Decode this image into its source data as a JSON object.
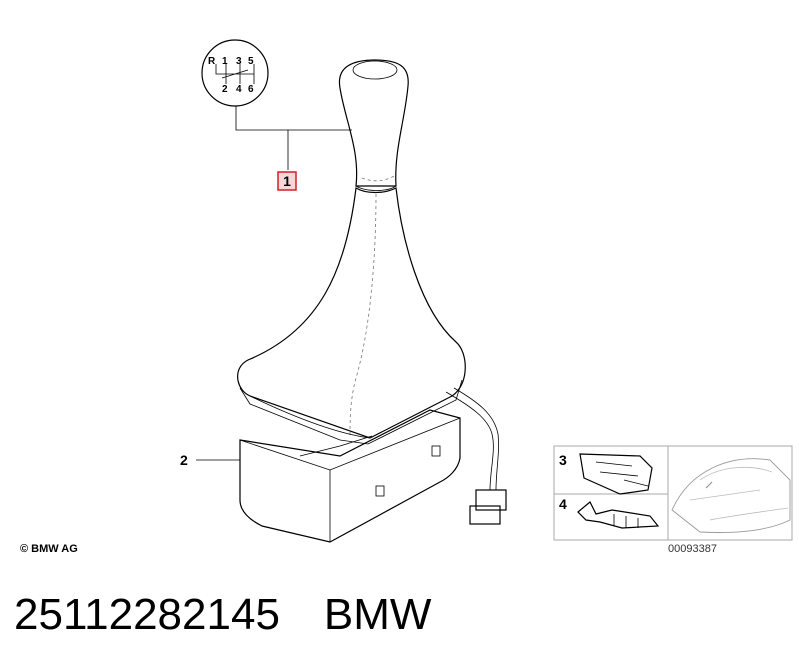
{
  "callouts": {
    "knob": "1",
    "base": "2",
    "plug_housing": "3",
    "contact": "4"
  },
  "shift_pattern": {
    "top_row": [
      "R",
      "1",
      "3",
      "5"
    ],
    "bottom_row": [
      "2",
      "4",
      "6"
    ]
  },
  "copyright": "© BMW AG",
  "diagram_id": "00093387",
  "footer": {
    "part_number": "25112282145",
    "brand": "BMW"
  },
  "colors": {
    "callout_box_border": "#d0202a",
    "callout_box_fill": "#f4d7d8",
    "line": "#000000"
  }
}
